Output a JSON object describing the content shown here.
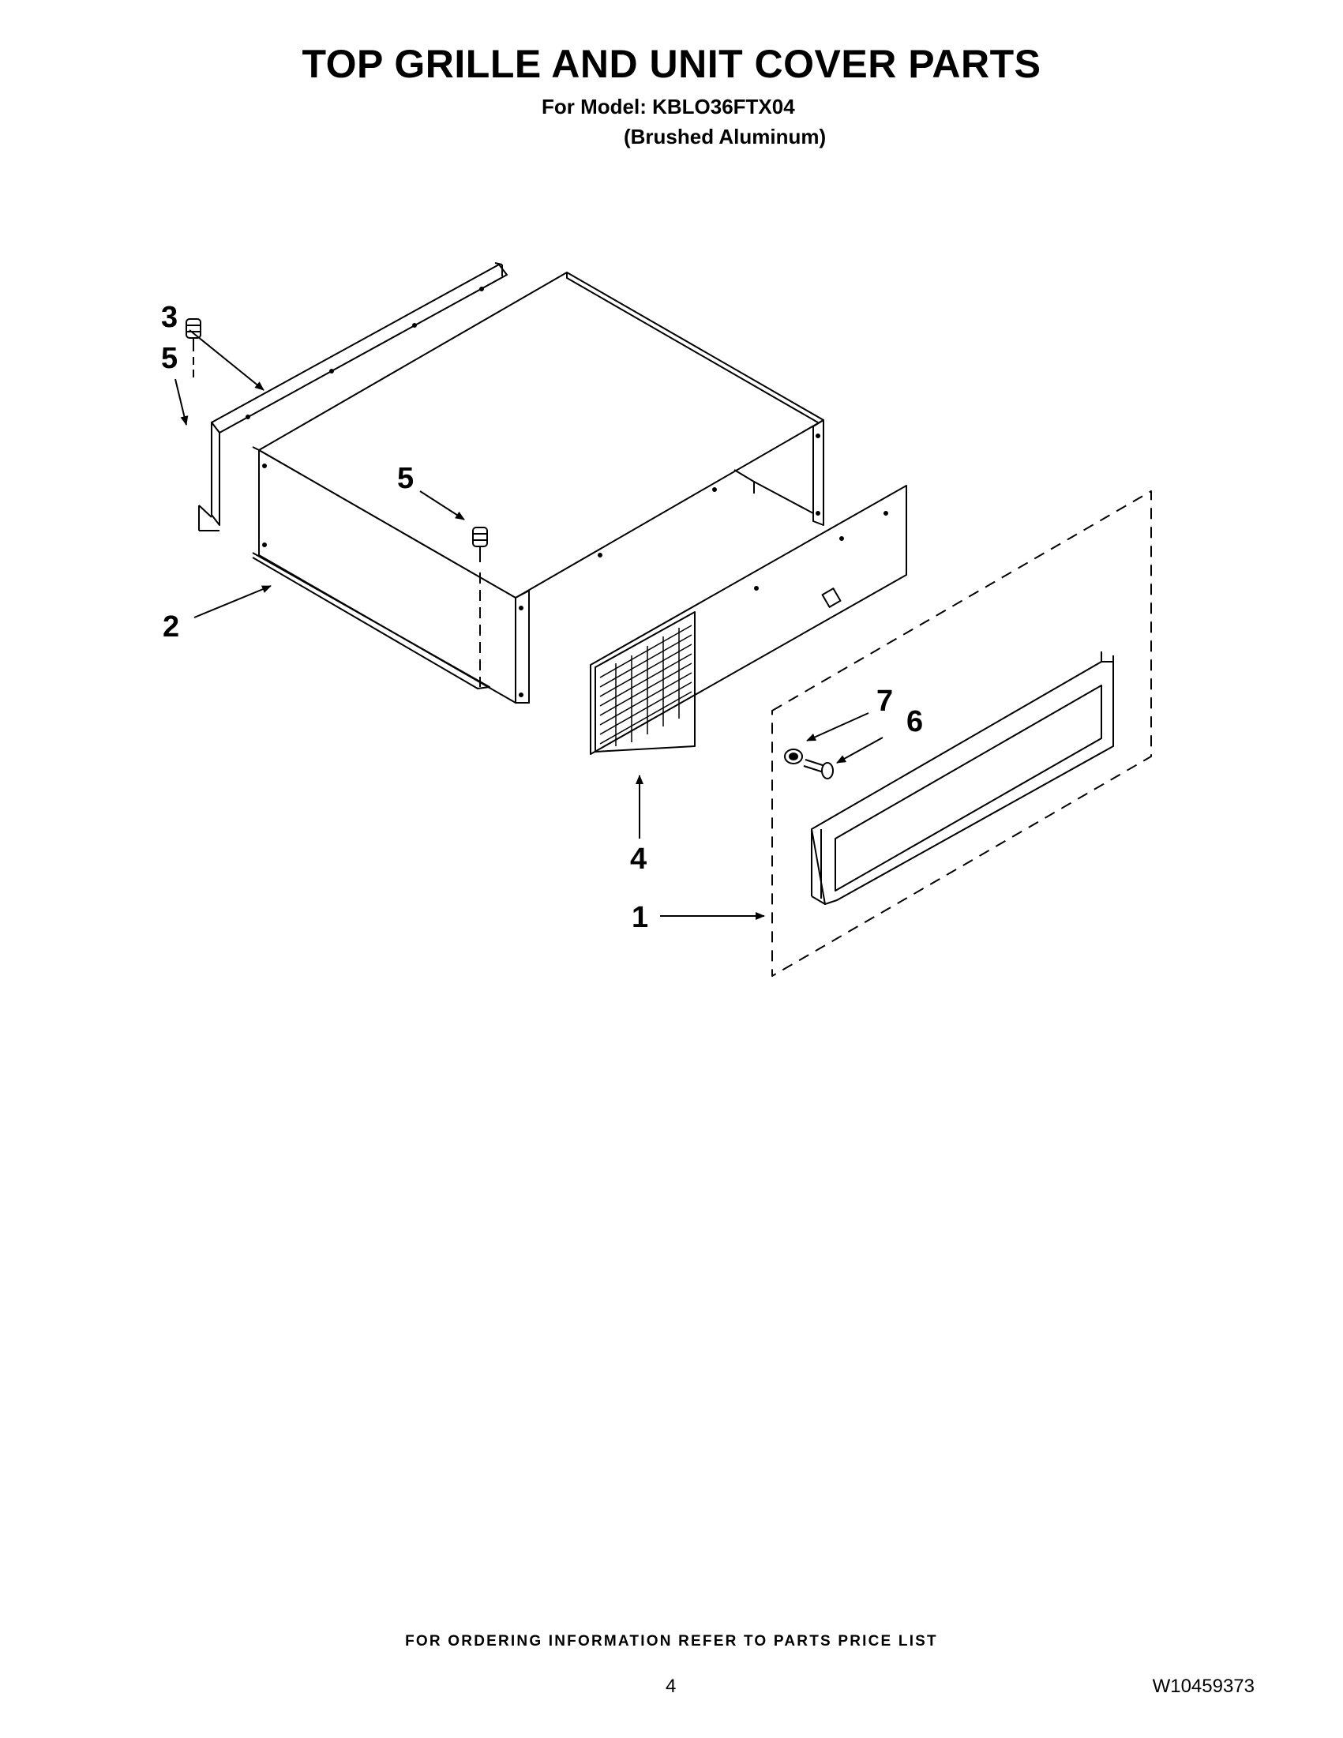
{
  "header": {
    "title": "TOP GRILLE AND UNIT COVER PARTS",
    "model_line": "For Model: KBLO36FTX04",
    "finish_line": "(Brushed Aluminum)"
  },
  "diagram": {
    "callouts": {
      "c1": "1",
      "c2": "2",
      "c3": "3",
      "c4": "4",
      "c5a": "5",
      "c5b": "5",
      "c6": "6",
      "c7": "7"
    }
  },
  "footer": {
    "ordering_note": "FOR ORDERING INFORMATION REFER TO PARTS PRICE LIST",
    "page_number": "4",
    "document_number": "W10459373"
  }
}
